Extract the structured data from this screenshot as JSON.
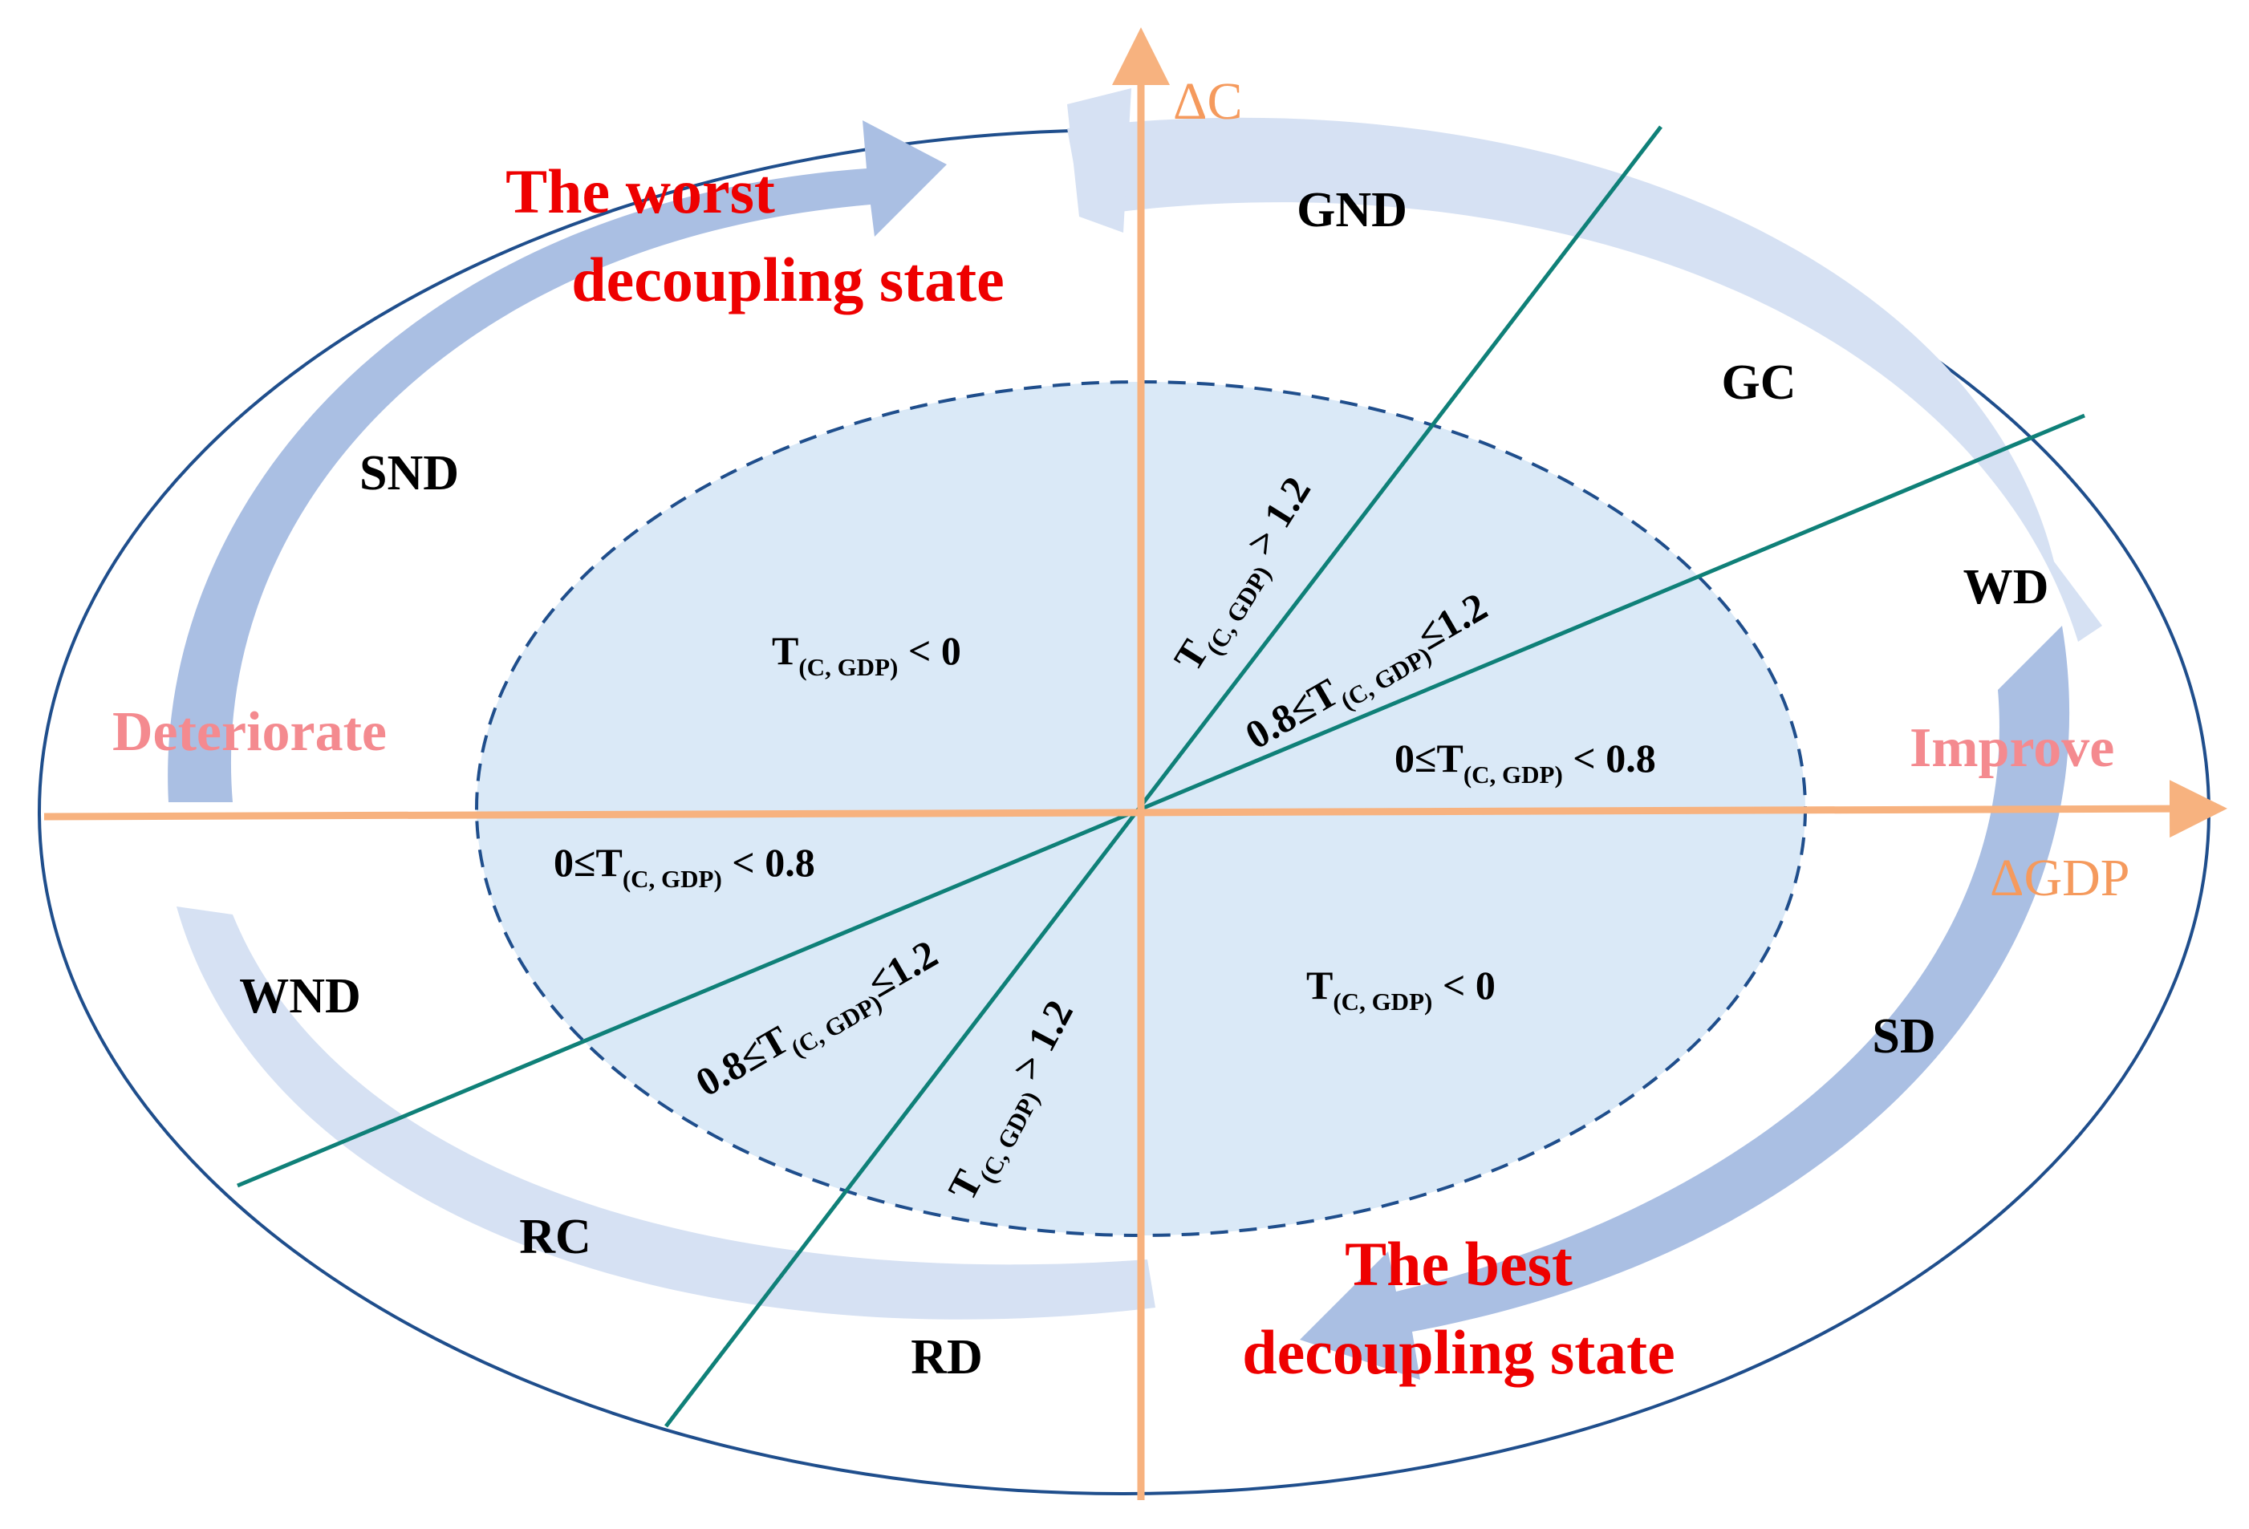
{
  "colors": {
    "outer_ellipse": "#1f4e8c",
    "inner_fill": "#dae9f7",
    "inner_border": "#1f4e8c",
    "axes": "#f7b27f",
    "axis_labels": "#f59a5d",
    "divider_lines": "#0f8078",
    "arrow_light": "#d6e1f3",
    "arrow_dark": "#aabfe3",
    "headline_text": "#ee0000",
    "direction_text": "#f48a8f"
  },
  "axes": {
    "y_label": "ΔC",
    "x_label": "ΔGDP"
  },
  "directions": {
    "left": "Deteriorate",
    "right": "Improve"
  },
  "headlines": {
    "worst_line1": "The worst",
    "worst_line2": "decoupling state",
    "best_line1": "The best",
    "best_line2": "decoupling state"
  },
  "states": {
    "gnd": "GND",
    "gc": "GC",
    "wd": "WD",
    "sd": "SD",
    "rd": "RD",
    "rc": "RC",
    "wnd": "WND",
    "snd": "SND"
  },
  "conditions": {
    "t_symbol": "T",
    "subscript": "(C,  GDP)",
    "upper_left": {
      "prefix": "",
      "suffix": " < 0"
    },
    "upper_right_steep": {
      "prefix": "",
      "suffix": " > 1.2"
    },
    "upper_right_mid": {
      "prefix": "0.8≤",
      "suffix": "≤1.2"
    },
    "upper_right_low": {
      "prefix": "0≤",
      "suffix": " < 0.8"
    },
    "lower_left_low": {
      "prefix": "0≤",
      "suffix": " < 0.8"
    },
    "lower_left_mid": {
      "prefix": "0.8≤",
      "suffix": "≤1.2"
    },
    "lower_left_steep": {
      "prefix": "",
      "suffix": " > 1.2"
    },
    "lower_right": {
      "prefix": "",
      "suffix": " < 0"
    }
  }
}
